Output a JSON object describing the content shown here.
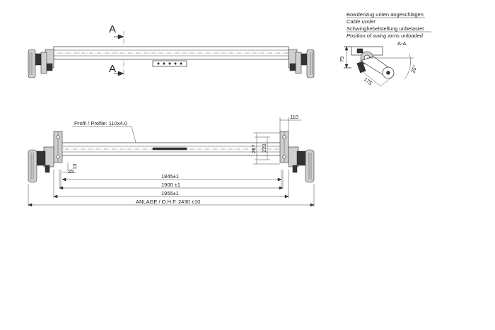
{
  "notes": {
    "cable_de": "Bowdenzug unten angeschlagen",
    "cable_en": "Cable under",
    "swing_de": "Schwinghebelstellung unbelastet",
    "swing_en": "Position of swing arms unloaded"
  },
  "section": {
    "title": "A-A",
    "marker_top": "A",
    "marker_bottom": "A"
  },
  "dimensions": {
    "side_height": "75",
    "arm_length": "175",
    "arm_angle": "25°",
    "profile": "Profil / Profile: 110x4.0",
    "top_right": "110",
    "h267": "267",
    "h220": "220",
    "d13": "13",
    "d25": "25",
    "d1845": "1845±1",
    "d1900": "1900 ±1",
    "d1955": "1955±1",
    "overall": "ANLAGE / O.H.F. 2430 ±10"
  }
}
